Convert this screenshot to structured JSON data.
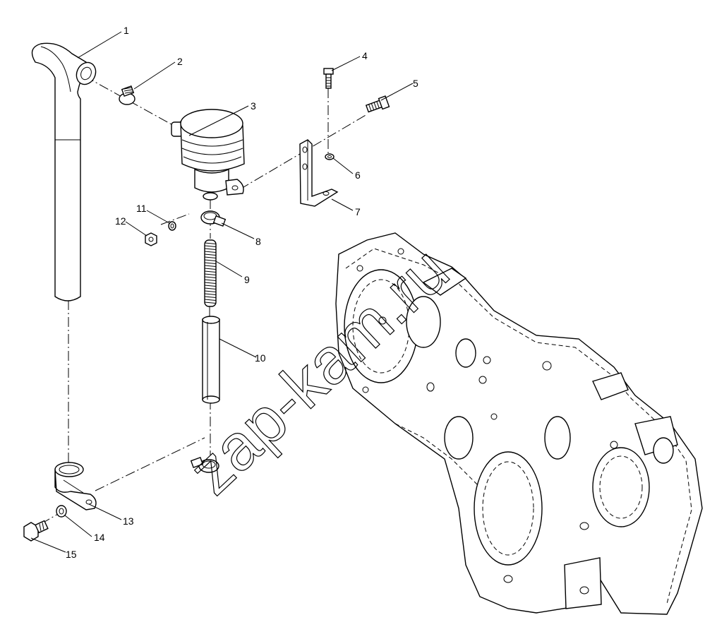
{
  "watermark": "zap-kam.ru",
  "callouts": [
    {
      "id": "1",
      "label": "1"
    },
    {
      "id": "2",
      "label": "2"
    },
    {
      "id": "3",
      "label": "3"
    },
    {
      "id": "4",
      "label": "4"
    },
    {
      "id": "5",
      "label": "5"
    },
    {
      "id": "6",
      "label": "6"
    },
    {
      "id": "7",
      "label": "7"
    },
    {
      "id": "8",
      "label": "8"
    },
    {
      "id": "9",
      "label": "9"
    },
    {
      "id": "10",
      "label": "10"
    },
    {
      "id": "11",
      "label": "11"
    },
    {
      "id": "12",
      "label": "12"
    },
    {
      "id": "13",
      "label": "13"
    },
    {
      "id": "14",
      "label": "14"
    },
    {
      "id": "15",
      "label": "15"
    }
  ],
  "colors": {
    "line": "#000000",
    "background": "#ffffff"
  }
}
